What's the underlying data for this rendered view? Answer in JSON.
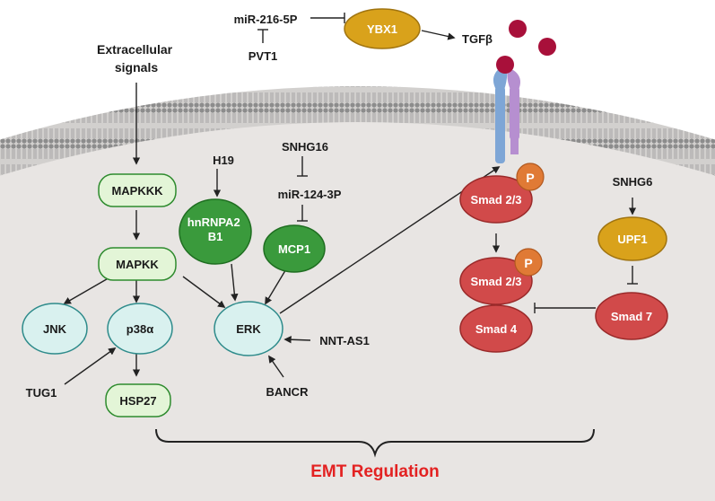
{
  "nodes": {
    "extracellular": "Extracellular\nsignals",
    "mapkkk": "MAPKKK",
    "mapkk": "MAPKK",
    "jnk": "JNK",
    "p38": "p38α",
    "hsp27": "HSP27",
    "erk": "ERK",
    "tug1": "TUG1",
    "h19": "H19",
    "hnrnpa2b1": "hnRNPA2\nB1",
    "snhg16": "SNHG16",
    "mir124": "miR-124-3P",
    "mcp1": "MCP1",
    "nntas1": "NNT-AS1",
    "bancr": "BANCR",
    "mir216": "miR-216-5P",
    "pvt1": "PVT1",
    "ybx1": "YBX1",
    "tgfb": "TGFβ",
    "smad23_top": "Smad 2/3",
    "smad23_mid": "Smad 2/3",
    "smad4": "Smad 4",
    "smad7": "Smad 7",
    "phos_top": "P",
    "phos_mid": "P",
    "snhg6": "SNHG6",
    "upf1": "UPF1"
  },
  "footer": {
    "title": "EMT Regulation"
  },
  "colors": {
    "light_green_fill": "#e3f5d7",
    "dark_green_fill": "#3a9a3c",
    "teal_fill": "#d9f1ef",
    "red_fill": "#d14a4a",
    "orange_fill": "#e07a35",
    "gold_fill": "#d9a21b",
    "ligand": "#a8103a",
    "title": "#e32222",
    "cytoplasm": "#e8e5e3"
  }
}
